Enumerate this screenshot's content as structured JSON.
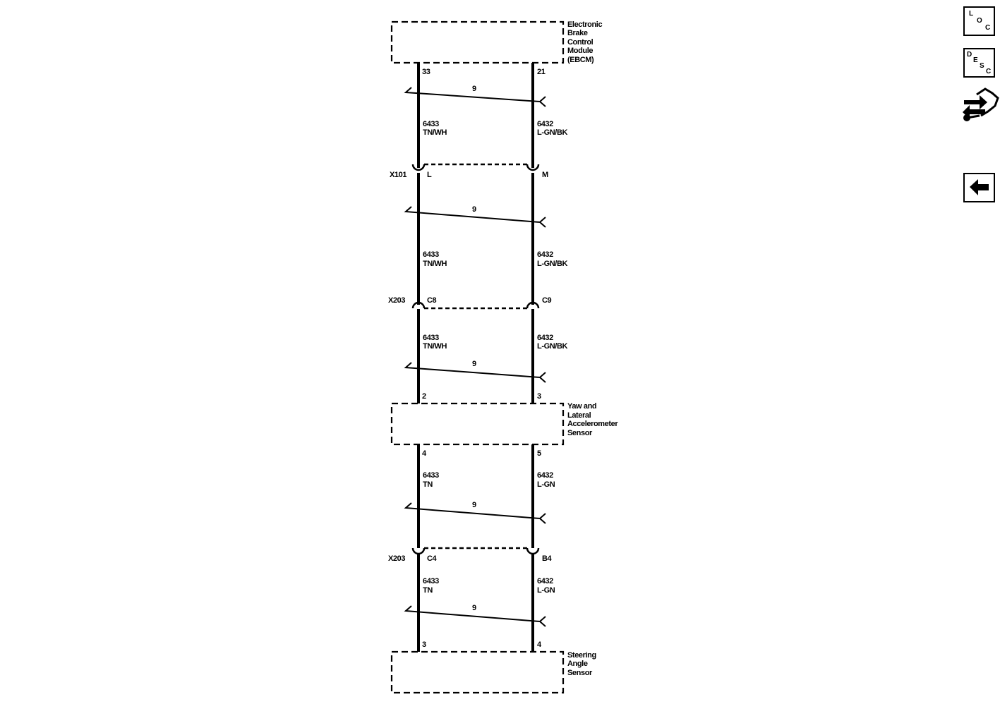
{
  "components": {
    "ebcm": {
      "lines": [
        "Electronic",
        "Brake",
        "Control",
        "Module",
        "(EBCM)"
      ]
    },
    "yaw_sensor": {
      "lines": [
        "Yaw and",
        "Lateral",
        "Accelerometer",
        "Sensor"
      ]
    },
    "steering_sensor": {
      "lines": [
        "Steering",
        "Angle",
        "Sensor"
      ]
    }
  },
  "pins": {
    "ebcm_left": "33",
    "ebcm_right": "21",
    "yaw_top_left": "2",
    "yaw_top_right": "3",
    "yaw_bottom_left": "4",
    "yaw_bottom_right": "5",
    "steer_left": "3",
    "steer_right": "4"
  },
  "connectors": [
    {
      "id": "X101",
      "left_pin": "L",
      "right_pin": "M"
    },
    {
      "id": "X203",
      "left_pin": "C8",
      "right_pin": "C9"
    },
    {
      "id": "X203",
      "left_pin": "C4",
      "right_pin": "B4"
    }
  ],
  "twist_label": "9",
  "wire_segments": [
    {
      "left": [
        "6433",
        "TN/WH"
      ],
      "right": [
        "6432",
        "L-GN/BK"
      ]
    },
    {
      "left": [
        "6433",
        "TN/WH"
      ],
      "right": [
        "6432",
        "L-GN/BK"
      ]
    },
    {
      "left": [
        "6433",
        "TN/WH"
      ],
      "right": [
        "6432",
        "L-GN/BK"
      ]
    },
    {
      "left": [
        "6433",
        "TN"
      ],
      "right": [
        "6432",
        "L-GN"
      ]
    },
    {
      "left": [
        "6433",
        "TN"
      ],
      "right": [
        "6432",
        "L-GN"
      ]
    }
  ],
  "toolbar": {
    "loc": {
      "letters": [
        "L",
        "O",
        "C"
      ],
      "icon": "loc-icon"
    },
    "desc": {
      "letters": [
        "D",
        "E",
        "S",
        "C"
      ],
      "icon": "desc-icon"
    },
    "connector_icon": "connector-end-view-icon",
    "back_icon": "back-arrow-icon"
  }
}
